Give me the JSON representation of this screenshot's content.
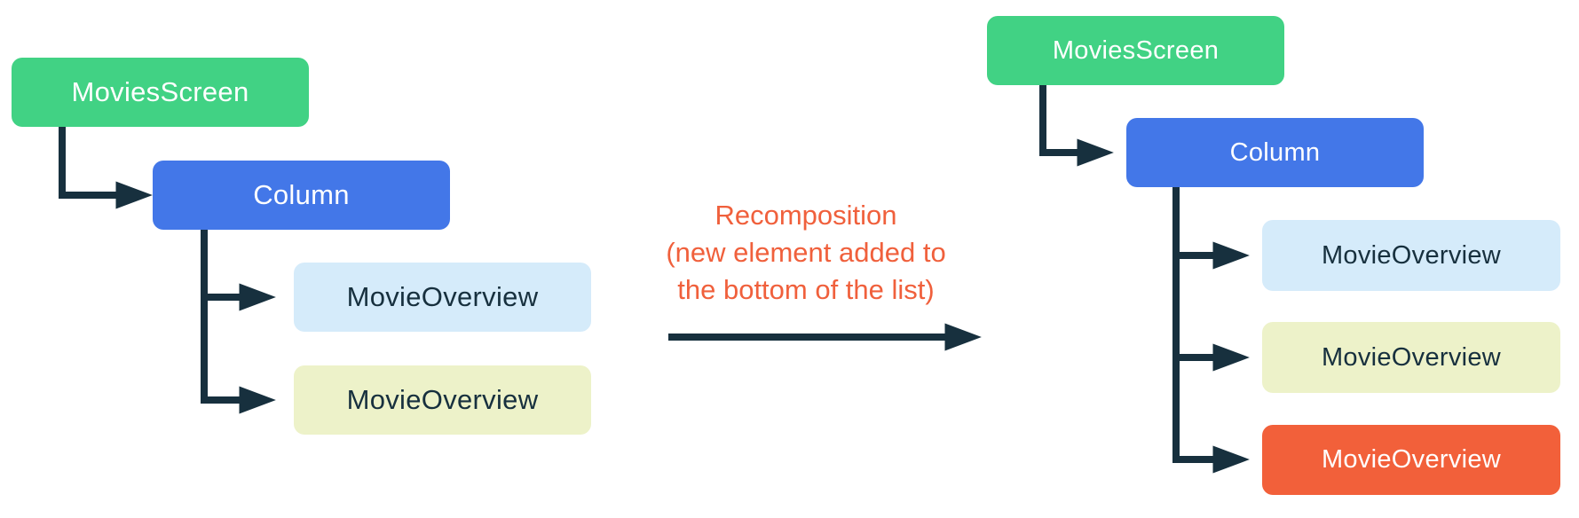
{
  "diagram": {
    "title_hint": "recomposition-tree-diagram",
    "colors": {
      "node_green": "#41D284",
      "node_blue": "#4377E8",
      "node_light_blue": "#D5EBFA",
      "node_light_yellow": "#EDF2C9",
      "node_orange_new": "#F2603A",
      "connector_dark": "#17303E",
      "transition_text": "#F0603C",
      "text_on_dark": "#FFFFFF",
      "text_on_light": "#17303E",
      "background": "#FFFFFF"
    },
    "left_tree": {
      "name": "before-recomposition",
      "nodes": [
        {
          "label": "MoviesScreen",
          "color_role": "node_green"
        },
        {
          "label": "Column",
          "color_role": "node_blue"
        },
        {
          "label": "MovieOverview",
          "color_role": "node_light_blue"
        },
        {
          "label": "MovieOverview",
          "color_role": "node_light_yellow"
        }
      ]
    },
    "right_tree": {
      "name": "after-recomposition",
      "nodes": [
        {
          "label": "MoviesScreen",
          "color_role": "node_green"
        },
        {
          "label": "Column",
          "color_role": "node_blue"
        },
        {
          "label": "MovieOverview",
          "color_role": "node_light_blue"
        },
        {
          "label": "MovieOverview",
          "color_role": "node_light_yellow"
        },
        {
          "label": "MovieOverview",
          "color_role": "node_orange_new",
          "is_new": true
        }
      ]
    },
    "transition": {
      "lines": [
        "Recomposition",
        "(new element added to",
        "the bottom of the list)"
      ]
    }
  }
}
